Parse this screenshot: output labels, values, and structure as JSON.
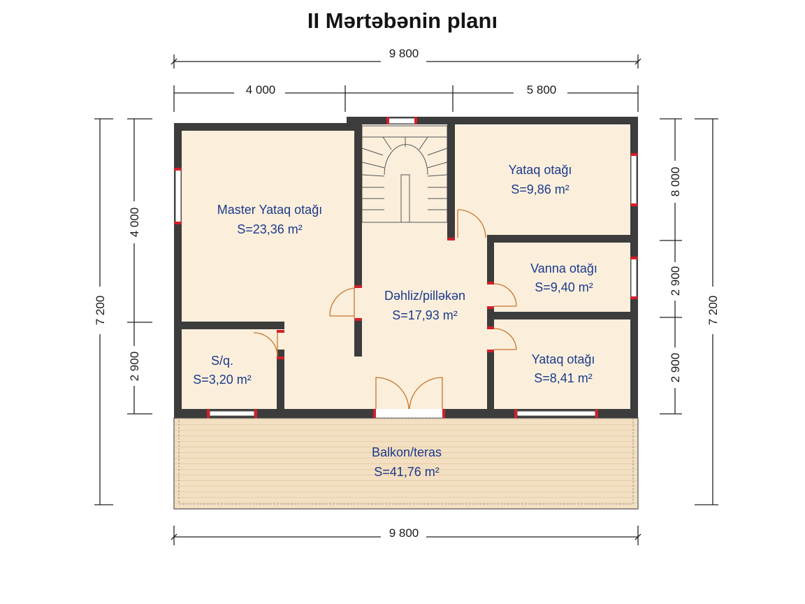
{
  "title": "II Mərtəbənin planı",
  "dimensions": {
    "top_total": "9 800",
    "top_left": "4 000",
    "top_right": "5 800",
    "bottom_total": "9 800",
    "left_outer": "7 200",
    "left_upper": "4 000",
    "left_lower": "2 900",
    "right_outer": "7 200",
    "right_upper": "8 000",
    "right_middle": "2 900",
    "right_lower": "2 900"
  },
  "rooms": {
    "master": {
      "name": "Master Yataq otağı",
      "area": "S=23,36 m²"
    },
    "bedroom1": {
      "name": "Yataq otağı",
      "area": "S=9,86 m²"
    },
    "bath": {
      "name": "Vanna otağı",
      "area": "S=9,40 m²"
    },
    "hall": {
      "name": "Dəhliz/pilləkən",
      "area": "S=17,93 m²"
    },
    "wc": {
      "name": "S/q.",
      "area": "S=3,20 m²"
    },
    "bedroom2": {
      "name": "Yataq otağı",
      "area": "S=8,41 m²"
    },
    "balcony": {
      "name": "Balkon/teras",
      "area": "S=41,76 m²"
    }
  },
  "colors": {
    "wall": "#3c3c3c",
    "floor": "#fbefdc",
    "terrace": "#f3dfc2",
    "label": "#1b3a8c",
    "door": "#c8742a",
    "window_end": "#d0202a"
  }
}
